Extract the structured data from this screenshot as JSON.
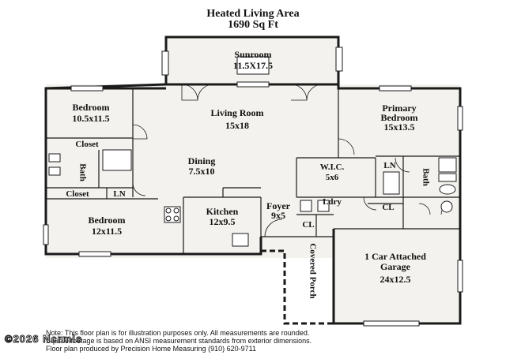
{
  "header": {
    "title": "Heated Living Area",
    "area": "1690 Sq Ft"
  },
  "rooms": {
    "sunroom": {
      "name": "Sunroom",
      "size": "11.5X17.5"
    },
    "living": {
      "name": "Living Room",
      "size": "15x18"
    },
    "bedroom_top": {
      "name": "Bedroom",
      "size": "10.5x11.5"
    },
    "primary": {
      "name": "Primary",
      "name2": "Bedroom",
      "size": "15x13.5"
    },
    "closet_top": {
      "name": "Closet"
    },
    "bath_left": {
      "name": "Bath"
    },
    "dining": {
      "name": "Dining",
      "size": "7.5x10"
    },
    "wic": {
      "name": "W.I.C.",
      "size": "5x6"
    },
    "ln_right": {
      "name": "LN"
    },
    "bath_right": {
      "name": "Bath"
    },
    "closet_bottom": {
      "name": "Closet"
    },
    "ln_left": {
      "name": "LN"
    },
    "kitchen": {
      "name": "Kitchen",
      "size": "12x9.5"
    },
    "foyer": {
      "name": "Foyer",
      "size": "9x5"
    },
    "laundry": {
      "name": "Ldry"
    },
    "cl_right": {
      "name": "CL"
    },
    "cl_foyer": {
      "name": "CL"
    },
    "bedroom_bottom": {
      "name": "Bedroom",
      "size": "12x11.5"
    },
    "garage": {
      "name": "1 Car Attached",
      "name2": "Garage",
      "size": "24x12.5"
    },
    "porch": {
      "name": "Covered Porch"
    }
  },
  "footer": {
    "line1": "Note: This floor plan is for illustration purposes only. All measurements are rounded.",
    "line2": "Square footage is based on ANSI measurement standards from exterior dimensions.",
    "line3": "Floor plan produced by Precision Home Measuring (910) 620-9711"
  },
  "watermark": "©2026 Ncrmls"
}
